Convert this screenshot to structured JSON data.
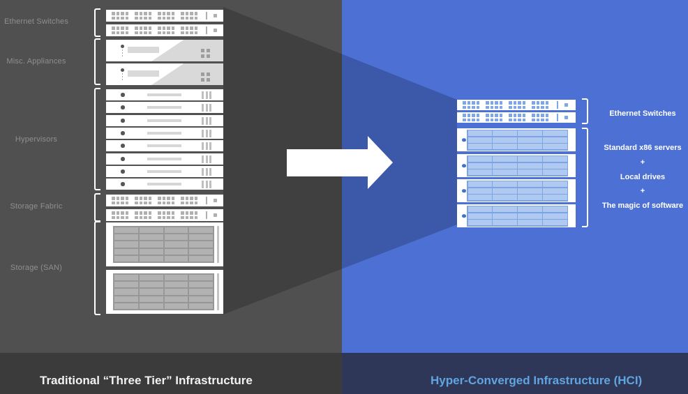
{
  "titles": {
    "left": "Traditional “Three Tier” Infrastructure",
    "right": "Hyper-Converged Infrastructure (HCI)"
  },
  "left_panel": {
    "sections": [
      {
        "id": "ethernet-switches",
        "label": "Ethernet Switches",
        "unit_type": "switch",
        "unit_count": 2
      },
      {
        "id": "misc-appliances",
        "label": "Misc. Appliances",
        "unit_type": "appliance",
        "unit_count": 2
      },
      {
        "id": "hypervisors",
        "label": "Hypervisors",
        "unit_type": "hypervisor",
        "unit_count": 8
      },
      {
        "id": "storage-fabric",
        "label": "Storage Fabric",
        "unit_type": "switch",
        "unit_count": 2
      },
      {
        "id": "storage-san",
        "label": "Storage (SAN)",
        "unit_type": "san",
        "unit_count": 2
      }
    ]
  },
  "right_panel": {
    "switch_label": "Ethernet Switches",
    "switch_count": 2,
    "server_count": 4,
    "server_labels": [
      "Standard x86 servers",
      "+",
      "Local drives",
      "+",
      "The magic of software"
    ]
  },
  "icons": {
    "arrow": "right-arrow",
    "funnel": "convergence-funnel"
  },
  "colors": {
    "left_background": "#505050",
    "right_background": "#4C70D4",
    "left_titlebar": "#3B3B3B",
    "right_titlebar": "#2E3758",
    "right_title_text": "#61A5E0",
    "left_label_text": "#8F8F8F",
    "left_hardware_gray": "#B0B0B0",
    "hci_hardware_blue": "#7FA6E8",
    "hci_cell_blue": "#AFC9F0",
    "hci_grid_blue": "#7CA3E4",
    "hci_dot_blue": "#4472C4",
    "funnel_overlay": "rgba(0,0,0,0.2)"
  }
}
